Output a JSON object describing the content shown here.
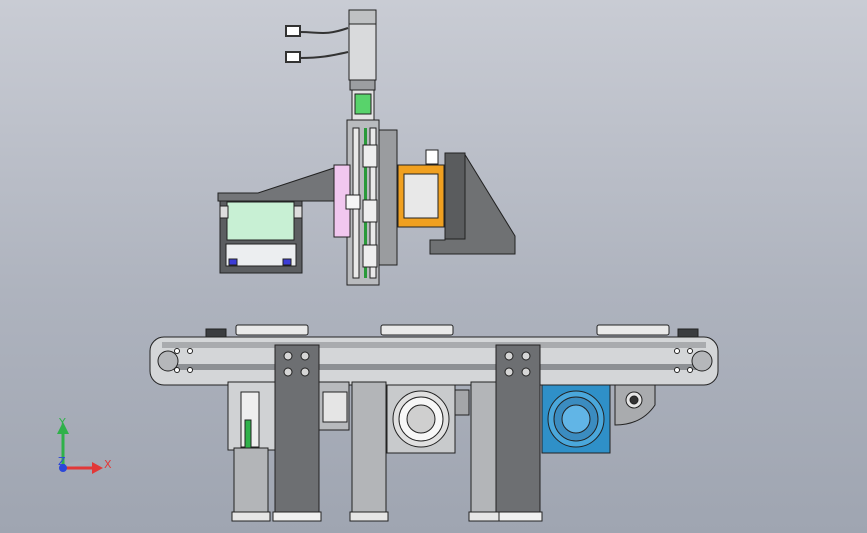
{
  "colors": {
    "background_top": "#c9ccd4",
    "background_bottom": "#9fa5b1",
    "rail": "#d4d6d8",
    "rail_dark": "#8d9094",
    "post": "#6d6f72",
    "post_light": "#c2c3c4",
    "motor_green": "#c8f0d4",
    "bracket_orange": "#f0a020",
    "plate_pink": "#f1c7ef",
    "blue_wheel": "#2f90c8",
    "axis_y": "#2fb14a",
    "axis_x": "#e23838",
    "axis_z": "#2b47d9"
  },
  "triad": {
    "y_label": "Y",
    "x_label": "X",
    "z_label": "Z"
  }
}
